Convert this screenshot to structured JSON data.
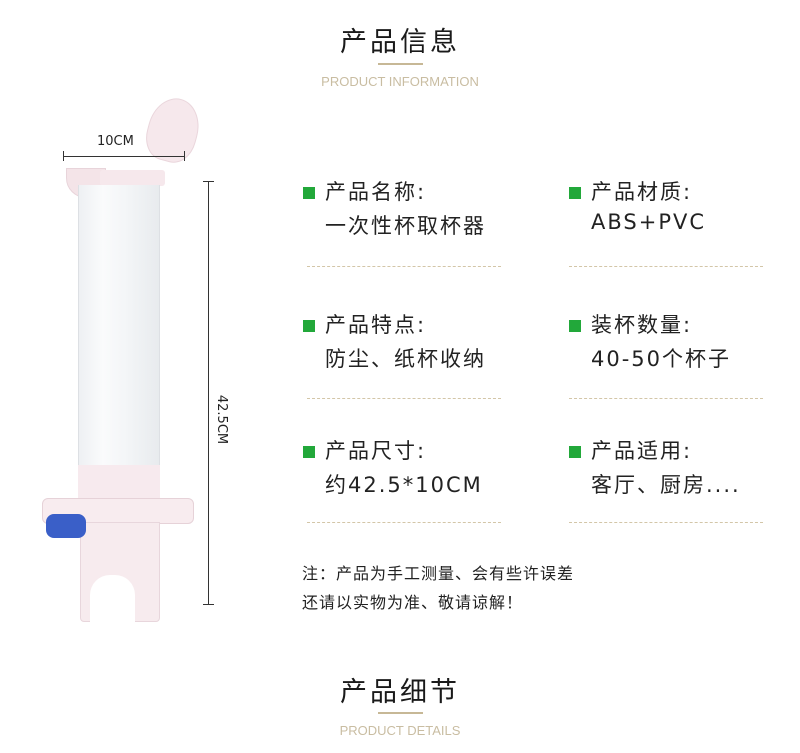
{
  "header": {
    "title": "产品信息",
    "subtitle": "PRODUCT INFORMATION"
  },
  "dimensions": {
    "width": "10CM",
    "height": "42.5CM"
  },
  "specs": [
    {
      "label": "产品名称:",
      "value": "一次性杯取杯器"
    },
    {
      "label": "产品材质:",
      "value": "ABS+PVC"
    },
    {
      "label": "产品特点:",
      "value": "防尘、纸杯收纳"
    },
    {
      "label": "装杯数量:",
      "value": "40-50个杯子"
    },
    {
      "label": "产品尺寸:",
      "value": "约42.5*10CM"
    },
    {
      "label": "产品适用:",
      "value": "客厅、厨房...."
    }
  ],
  "note": {
    "line1": "注：产品为手工测量、会有些许误差",
    "line2": "还请以实物为准、敬请谅解！"
  },
  "footer": {
    "title": "产品细节",
    "subtitle": "PRODUCT DETAILS"
  },
  "colors": {
    "bullet": "#22a83a",
    "gold": "#c7b896",
    "knob": "#3a5fc8"
  }
}
